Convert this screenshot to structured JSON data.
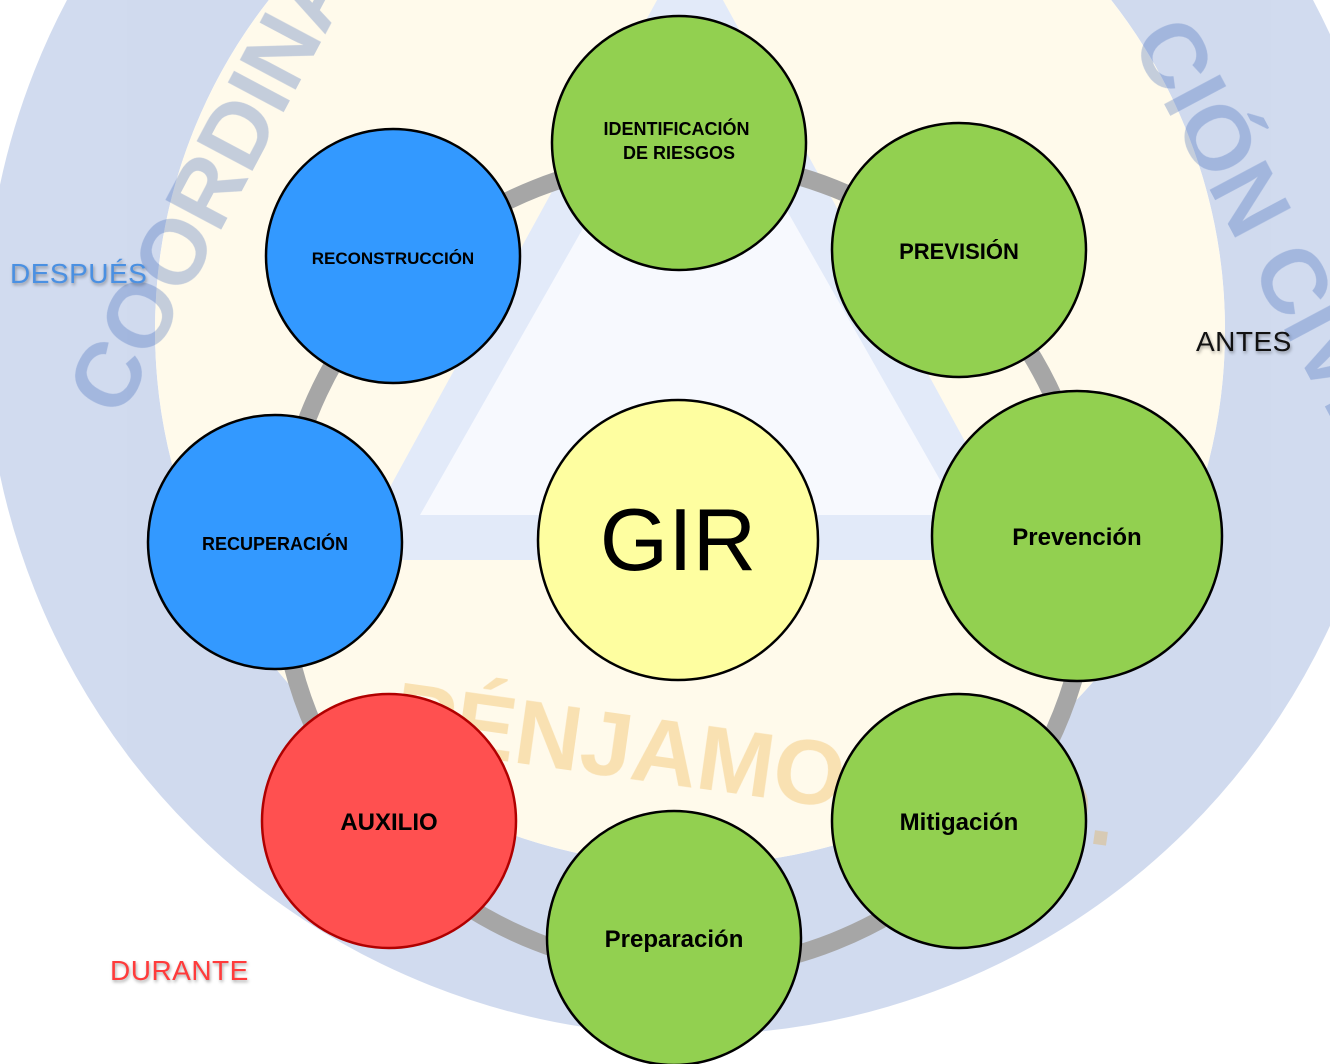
{
  "center": {
    "label": "GIR",
    "color": "#FEFEA0"
  },
  "ring_color": "#A6A6A6",
  "nodes": [
    {
      "id": "identificacion",
      "lines": [
        "IDENTIFICACIÓN",
        "DE RIESGOS"
      ],
      "color": "#92D050"
    },
    {
      "id": "prevision",
      "lines": [
        "PREVISIÓN"
      ],
      "color": "#92D050"
    },
    {
      "id": "prevencion",
      "lines": [
        "Prevención"
      ],
      "color": "#92D050"
    },
    {
      "id": "mitigacion",
      "lines": [
        "Mitigación"
      ],
      "color": "#92D050"
    },
    {
      "id": "preparacion",
      "lines": [
        "Preparación"
      ],
      "color": "#92D050"
    },
    {
      "id": "auxilio",
      "lines": [
        "AUXILIO"
      ],
      "color": "#FF5050"
    },
    {
      "id": "recuperacion",
      "lines": [
        "RECUPERACIÓN"
      ],
      "color": "#3399FF"
    },
    {
      "id": "reconstruccion",
      "lines": [
        "RECONSTRUCCIÓN"
      ],
      "color": "#3399FF"
    }
  ],
  "phases": {
    "antes": {
      "label": "ANTES",
      "color": "#111111"
    },
    "despues": {
      "label": "DESPUÉS",
      "color": "#4A90E2"
    },
    "durante": {
      "label": "DURANTE",
      "color": "#FF3B3B"
    }
  },
  "watermark": {
    "text_top_left": "COORDINA",
    "text_top_right": "CIÓN CIVIL",
    "text_bottom": "PÉNJAMO, GTO."
  }
}
